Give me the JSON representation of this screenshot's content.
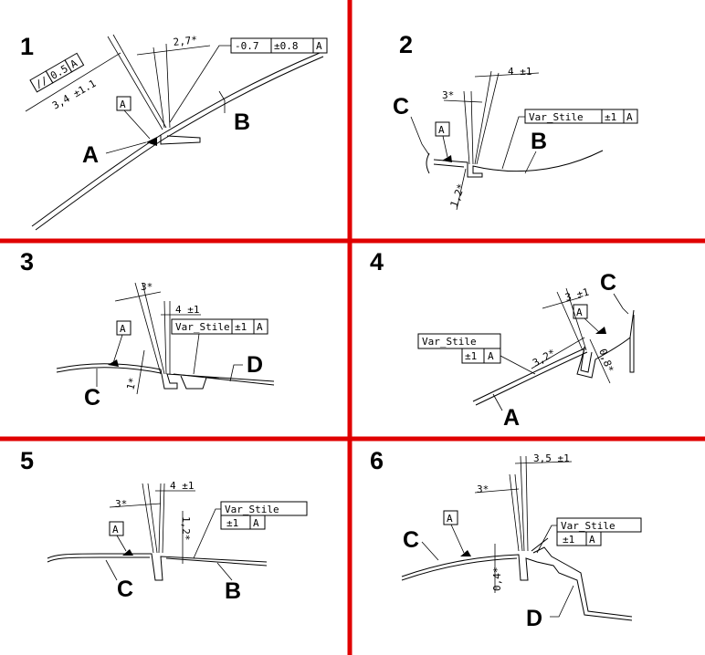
{
  "panels": [
    {
      "number": "1",
      "labels": [
        "A",
        "B"
      ],
      "datum": "A",
      "dims": [
        "2,7*",
        "3,4 ±1.1"
      ],
      "fcf": [
        [
          "-0.7",
          "±0.8",
          "A"
        ],
        [
          "//",
          "0.5",
          "A"
        ]
      ]
    },
    {
      "number": "2",
      "labels": [
        "C",
        "B"
      ],
      "datum": "A",
      "dims": [
        "4 ±1",
        "3*",
        "1,2*"
      ],
      "fcf": [
        [
          "Var_Stile",
          "±1",
          "A"
        ]
      ]
    },
    {
      "number": "3",
      "labels": [
        "C",
        "D"
      ],
      "datum": "A",
      "dims": [
        "3*",
        "4 ±1",
        "1*"
      ],
      "fcf": [
        [
          "Var_Stile",
          "±1",
          "A"
        ]
      ]
    },
    {
      "number": "4",
      "labels": [
        "C",
        "A"
      ],
      "datum": "A",
      "dims": [
        "3 ±1",
        "3,2*",
        "0,8*"
      ],
      "fcf": [
        [
          "Var_Stile"
        ],
        [
          "±1",
          "A"
        ]
      ]
    },
    {
      "number": "5",
      "labels": [
        "C",
        "B"
      ],
      "datum": "A",
      "dims": [
        "4 ±1",
        "3*",
        "1,2*"
      ],
      "fcf": [
        [
          "Var_Stile"
        ],
        [
          "±1",
          "A"
        ]
      ]
    },
    {
      "number": "6",
      "labels": [
        "C",
        "D"
      ],
      "datum": "A",
      "dims": [
        "3,5 ±1",
        "3*",
        "0,4*"
      ],
      "fcf": [
        [
          "Var_Stile"
        ],
        [
          "±1",
          "A"
        ]
      ]
    }
  ],
  "divider_color": "#e00000"
}
